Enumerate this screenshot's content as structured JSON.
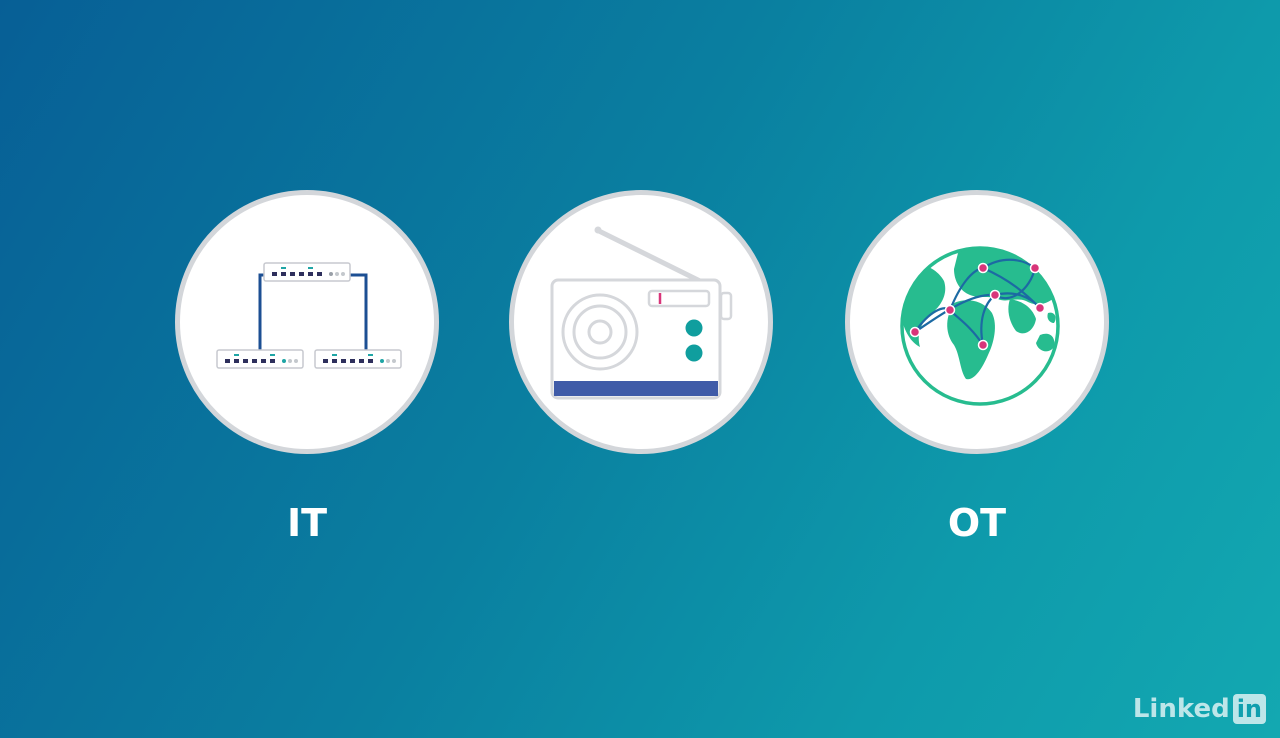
{
  "labels": {
    "left": "IT",
    "right": "OT"
  },
  "watermark": {
    "text": "Linked",
    "box_text": "in"
  },
  "icons": {
    "left": "network-switches-icon",
    "middle": "radio-icon",
    "right": "globe-network-icon"
  },
  "colors": {
    "background_start": "#075f96",
    "background_end": "#13a8b1",
    "circle_fill": "#ffffff",
    "circle_border": "#d3d6da",
    "network_line": "#1c4f93",
    "radio_band": "#3f5ba8",
    "radio_knob": "#109e9e",
    "globe_land": "#27bc8f",
    "map_pin": "#d8357a"
  }
}
